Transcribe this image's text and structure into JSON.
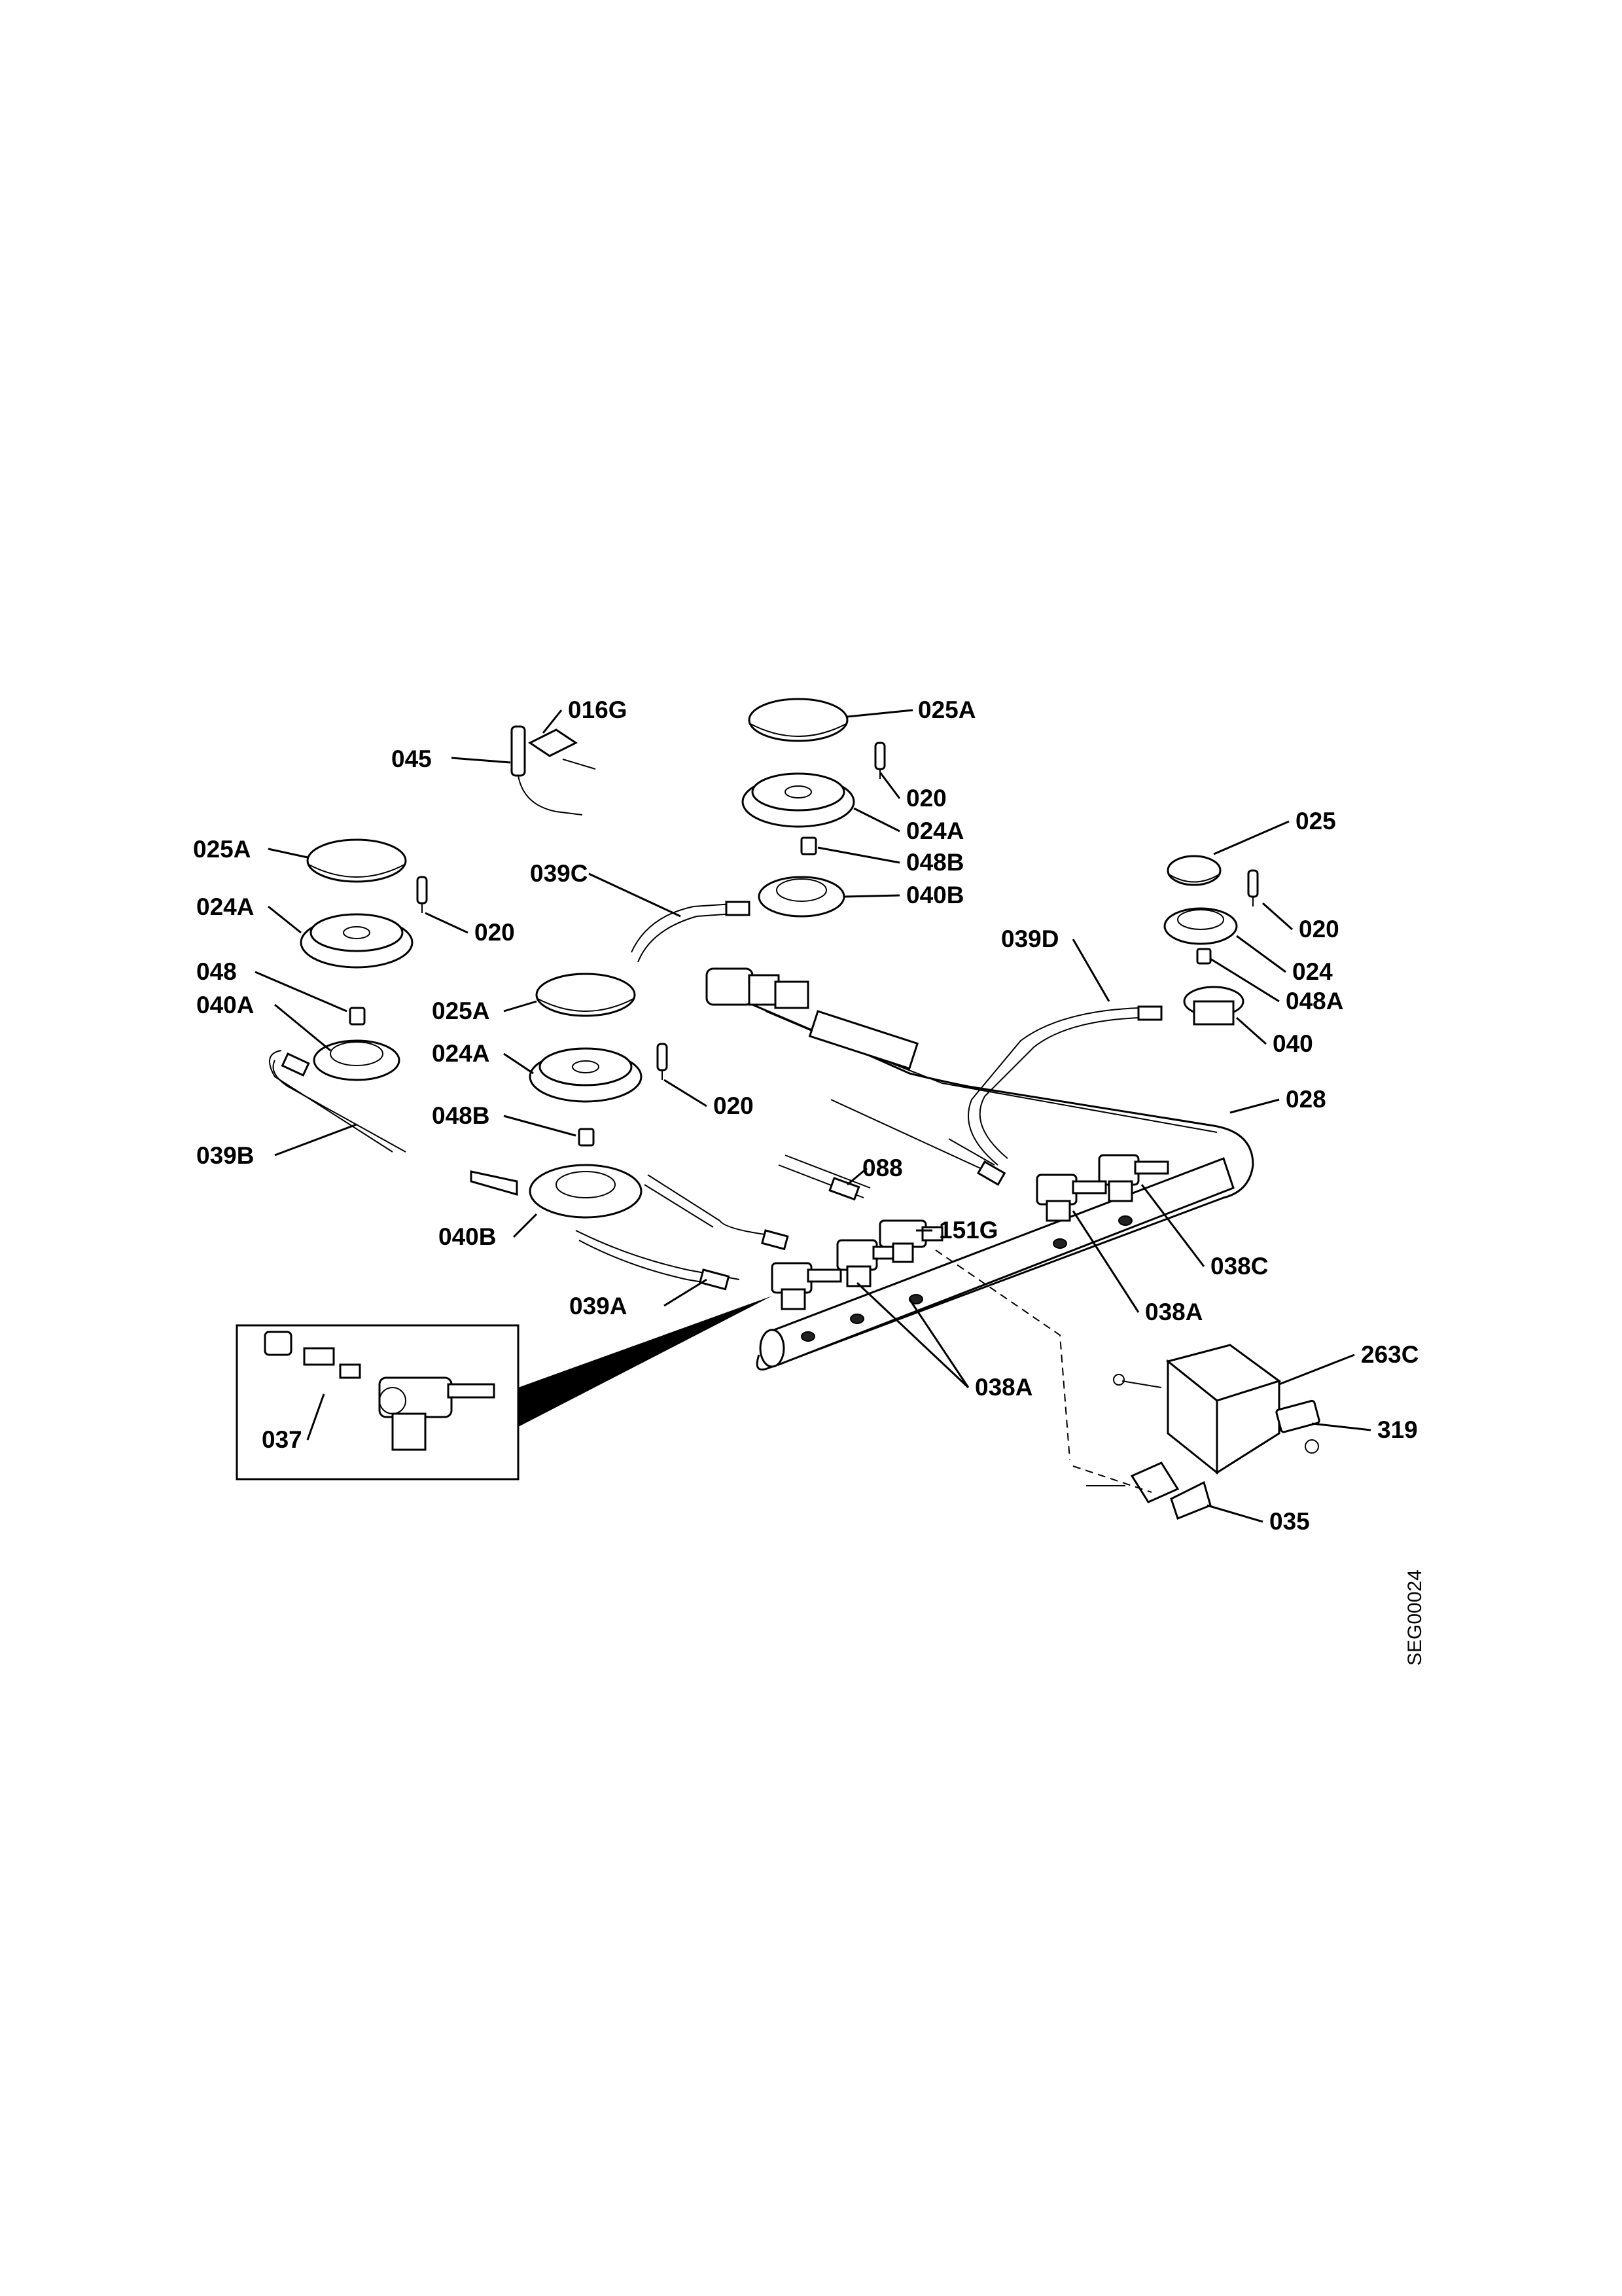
{
  "diagram_code": "SEG00024",
  "labels": {
    "l_016G": "016G",
    "l_045": "045",
    "l_025A_top": "025A",
    "l_020_top": "020",
    "l_024A_top": "024A",
    "l_048B_top": "048B",
    "l_040B_top": "040B",
    "l_025A_left": "025A",
    "l_024A_left": "024A",
    "l_020_left": "020",
    "l_048": "048",
    "l_040A": "040A",
    "l_039B": "039B",
    "l_039C": "039C",
    "l_025A_mid": "025A",
    "l_024A_mid": "024A",
    "l_020_mid": "020",
    "l_048B_mid": "048B",
    "l_040B_mid": "040B",
    "l_039A": "039A",
    "l_025": "025",
    "l_020_right": "020",
    "l_024": "024",
    "l_048A": "048A",
    "l_040": "040",
    "l_039D": "039D",
    "l_028": "028",
    "l_088": "088",
    "l_151G": "151G",
    "l_038C": "038C",
    "l_038A_1": "038A",
    "l_038A_2": "038A",
    "l_037": "037",
    "l_263C": "263C",
    "l_319": "319",
    "l_035": "035"
  }
}
